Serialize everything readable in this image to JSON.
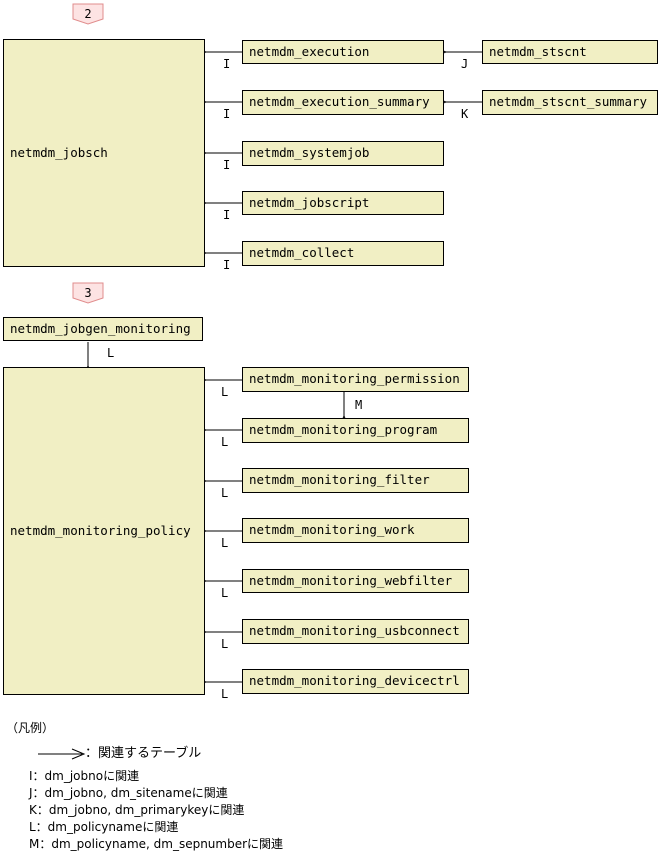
{
  "section2": {
    "marker": "2",
    "main_table": "netmdm_jobsch",
    "tables": [
      "netmdm_execution",
      "netmdm_execution_summary",
      "netmdm_systemjob",
      "netmdm_jobscript",
      "netmdm_collect"
    ],
    "relation_labels": [
      "I",
      "I",
      "I",
      "I",
      "I"
    ],
    "sub_tables": [
      "netmdm_stscnt",
      "netmdm_stscnt_summary"
    ],
    "sub_labels": [
      "J",
      "K"
    ]
  },
  "section3": {
    "marker": "3",
    "top_table": "netmdm_jobgen_monitoring",
    "top_label": "L",
    "main_table": "netmdm_monitoring_policy",
    "tables": [
      "netmdm_monitoring_permission",
      "netmdm_monitoring_program",
      "netmdm_monitoring_filter",
      "netmdm_monitoring_work",
      "netmdm_monitoring_webfilter",
      "netmdm_monitoring_usbconnect",
      "netmdm_monitoring_devicectrl"
    ],
    "relation_labels": [
      "L",
      "L",
      "L",
      "L",
      "L",
      "L",
      "L"
    ],
    "m_label": "M"
  },
  "legend": {
    "title": "（凡例）",
    "arrow_text": "：関連するテーブル",
    "items": [
      "I：dm_jobnoに関連",
      "J：dm_jobno, dm_sitenameに関連",
      "K：dm_jobno, dm_primarykeyに関連",
      "L：dm_policynameに関連",
      "M：dm_policyname, dm_sepnumberに関連"
    ]
  },
  "colors": {
    "box_fill": "#f1efc4",
    "marker_fill": "#fde3e3",
    "marker_stroke": "#e08c8c",
    "line": "#000000"
  }
}
